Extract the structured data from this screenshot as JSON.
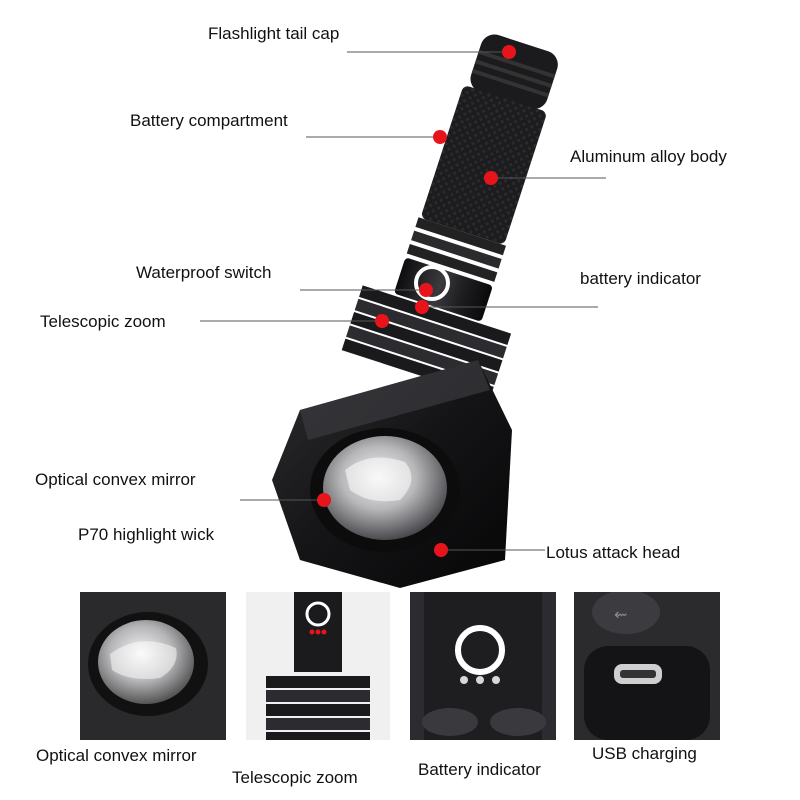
{
  "callouts": {
    "tail_cap": "Flashlight tail cap",
    "battery_compartment": "Battery compartment",
    "aluminum_body": "Aluminum alloy body",
    "waterproof_switch": "Waterproof switch",
    "battery_indicator": "battery indicator",
    "telescopic_zoom": "Telescopic zoom",
    "optical_mirror": "Optical convex mirror",
    "p70_wick": "P70 highlight wick",
    "lotus_head": "Lotus attack head"
  },
  "thumbnails": [
    {
      "caption": "Optical convex mirror"
    },
    {
      "caption": "Telescopic zoom"
    },
    {
      "caption": "Battery indicator"
    },
    {
      "caption": "USB charging"
    }
  ],
  "colors": {
    "marker": "#e8141c",
    "body_dark": "#1a1a1c",
    "leader_line": "#555555"
  }
}
